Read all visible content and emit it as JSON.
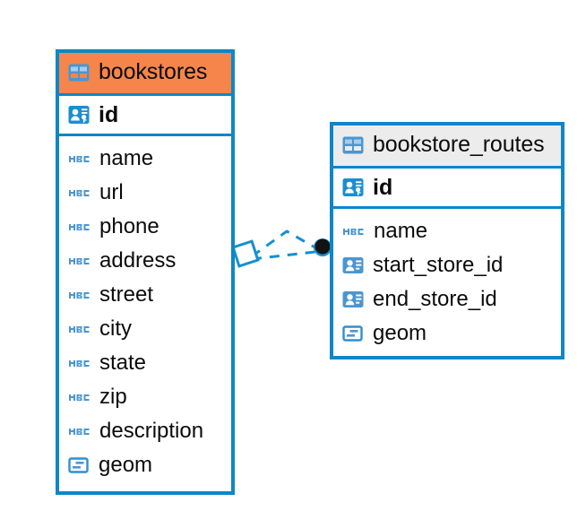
{
  "diagram": {
    "type": "entity-relationship-diagram",
    "background_color": "#ffffff",
    "accent_color": "#0e86c8",
    "header_highlight_color": "#f5854a",
    "header_plain_color": "#ececec",
    "tables": [
      {
        "name": "bookstores",
        "header_style": "accent",
        "table_icon": "table-icon",
        "primary_key": {
          "label": "id",
          "icon": "primary-key-icon"
        },
        "fields": [
          {
            "label": "name",
            "icon": "abc-text-icon"
          },
          {
            "label": "url",
            "icon": "abc-text-icon"
          },
          {
            "label": "phone",
            "icon": "abc-text-icon"
          },
          {
            "label": "address",
            "icon": "abc-text-icon"
          },
          {
            "label": "street",
            "icon": "abc-text-icon"
          },
          {
            "label": "city",
            "icon": "abc-text-icon"
          },
          {
            "label": "state",
            "icon": "abc-text-icon"
          },
          {
            "label": "zip",
            "icon": "abc-text-icon"
          },
          {
            "label": "description",
            "icon": "abc-text-icon"
          },
          {
            "label": "geom",
            "icon": "geometry-icon"
          }
        ]
      },
      {
        "name": "bookstore_routes",
        "header_style": "plain",
        "table_icon": "table-icon",
        "primary_key": {
          "label": "id",
          "icon": "primary-key-icon"
        },
        "fields": [
          {
            "label": "name",
            "icon": "abc-text-icon"
          },
          {
            "label": "start_store_id",
            "icon": "foreign-key-icon"
          },
          {
            "label": "end_store_id",
            "icon": "foreign-key-icon"
          },
          {
            "label": "geom",
            "icon": "geometry-icon"
          }
        ]
      }
    ],
    "relationships": [
      {
        "from_table": "bookstores",
        "to_table": "bookstore_routes",
        "line_style": "dashed",
        "source_marker": "diamond",
        "target_marker": "filled-circle",
        "branches": 2
      }
    ]
  }
}
